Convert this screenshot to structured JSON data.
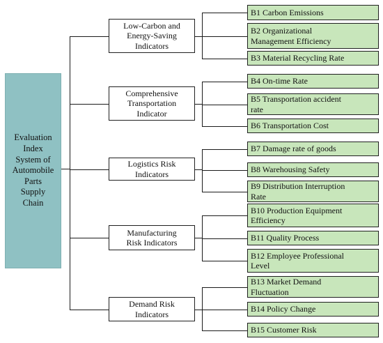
{
  "root": {
    "label": "Evaluation\nIndex\nSystem of\nAutomobile\nParts\nSupply\nChain"
  },
  "categories": [
    {
      "label": "Low-Carbon and\nEnergy-Saving\nIndicators",
      "indicators": [
        "B1  Carbon Emissions",
        "B2  Organizational\nManagement Efficiency",
        "B3  Material Recycling Rate"
      ]
    },
    {
      "label": "Comprehensive\nTransportation\nIndicator",
      "indicators": [
        "B4  On-time Rate",
        "B5  Transportation accident\nrate",
        "B6  Transportation Cost"
      ]
    },
    {
      "label": "Logistics Risk\nIndicators",
      "indicators": [
        "B7  Damage rate of goods",
        "B8  Warehousing Safety",
        "B9  Distribution Interruption\nRate"
      ]
    },
    {
      "label": "Manufacturing\nRisk Indicators",
      "indicators": [
        "B10  Production Equipment\nEfficiency",
        "B11  Quality Process",
        "B12  Employee Professional\nLevel"
      ]
    },
    {
      "label": "Demand Risk\nIndicators",
      "indicators": [
        "B13  Market Demand\nFluctuation",
        "B14  Policy Change",
        "B15  Customer Risk"
      ]
    }
  ]
}
